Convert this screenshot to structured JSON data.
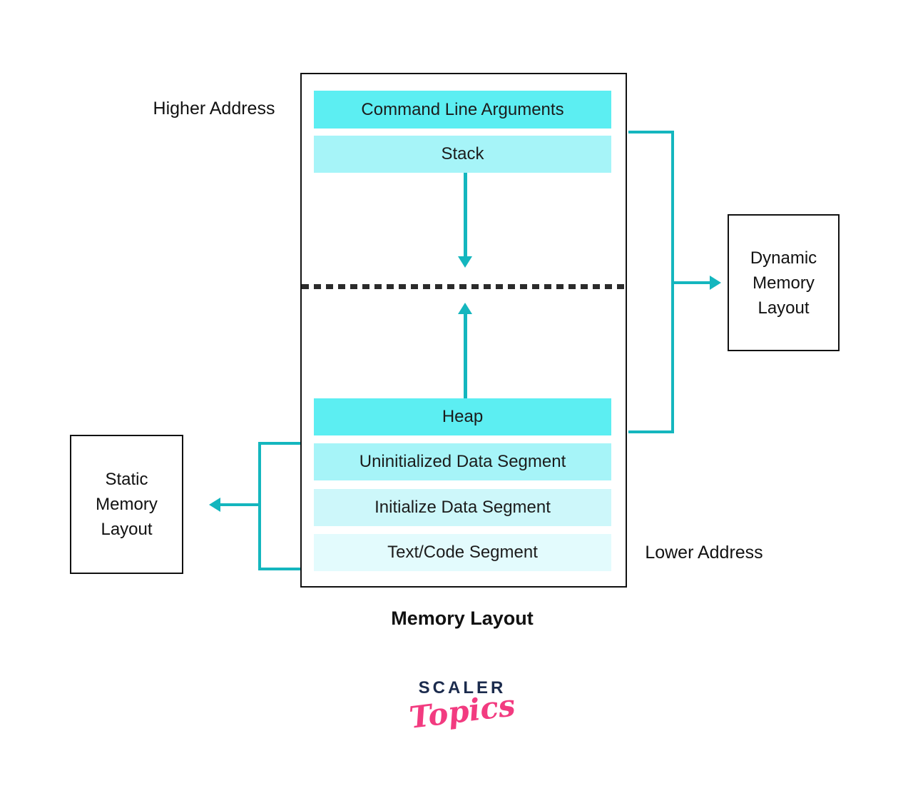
{
  "title": "Memory Layout",
  "labels": {
    "higher_address": "Higher Address",
    "lower_address": "Lower Address"
  },
  "segments": [
    {
      "label": "Command Line Arguments",
      "color": "#5ceef2"
    },
    {
      "label": "Stack",
      "color": "#a6f4f8"
    },
    {
      "label": "Heap",
      "color": "#5ceef2"
    },
    {
      "label": "Uninitialized Data Segment",
      "color": "#a6f4f8"
    },
    {
      "label": "Initialize Data Segment",
      "color": "#cdf7fa"
    },
    {
      "label": "Text/Code Segment",
      "color": "#e3fbfd"
    }
  ],
  "side_boxes": {
    "dynamic": {
      "lines": [
        "Dynamic",
        "Memory",
        "Layout"
      ]
    },
    "static": {
      "lines": [
        "Static",
        "Memory",
        "Layout"
      ]
    }
  },
  "logo": {
    "brand": "SCALER",
    "sub": "Topics",
    "brand_color": "#1b2b4d",
    "sub_color": "#f23b80"
  },
  "colors": {
    "accent_teal": "#14b6be",
    "divider_dash": "#2b2b2b",
    "box_border": "#111111",
    "segment_text": "#1c1c1c"
  }
}
